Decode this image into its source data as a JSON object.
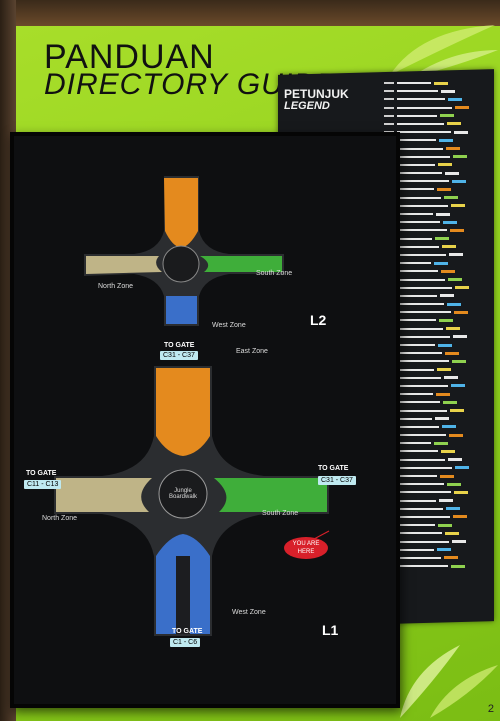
{
  "sign": {
    "title_line1": "PANDUAN",
    "title_line2": "DIRECTORY GUIDE"
  },
  "legend": {
    "title": "PETUNJUK",
    "subtitle": "LEGEND",
    "rows": 60
  },
  "map": {
    "upper_level": "L2",
    "lower_level": "L1",
    "zones": {
      "east": "East Zone",
      "south_upper": "South Zone",
      "north_upper": "North Zone",
      "west_upper": "West Zone",
      "north_lower": "North Zone",
      "south_lower": "South Zone",
      "west_lower": "West Zone",
      "center": "Jungle Boardwalk"
    },
    "gates": {
      "top_head": "TO GATE",
      "top_code": "C31 - C37",
      "left_head": "TO GATE",
      "left_code": "C11 - C13",
      "right_head": "TO GATE",
      "right_code": "C31 - C37",
      "bottom_head": "TO GATE",
      "bottom_code": "C1 - C6"
    },
    "you_are_here": "YOU ARE HERE"
  },
  "colors": {
    "board": "#9bd522",
    "east_zone": "#e48a1e",
    "south_zone": "#3fae3a",
    "north_zone": "#bfb487",
    "west_zone": "#3a6fc9"
  },
  "page_number": "2"
}
